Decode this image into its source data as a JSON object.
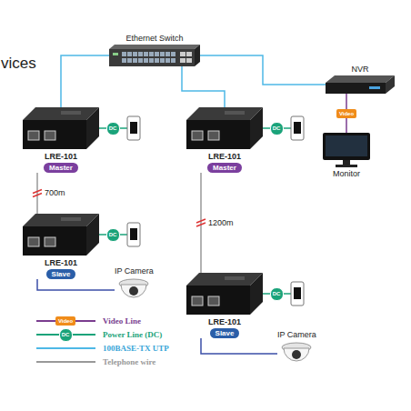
{
  "diagram": {
    "nodes": [
      {
        "text": [
          "Ethernet Switch"
        ]
      },
      {
        "text": [
          "NVR"
        ]
      },
      {
        "text": [
          "Monitor"
        ]
      },
      {
        "text": [
          "LRE-101",
          "Master"
        ]
      },
      {
        "text": [
          "LRE-101",
          "Master"
        ]
      },
      {
        "text": [
          "LRE-101",
          "Slave"
        ]
      },
      {
        "text": [
          "LRE-101",
          "Slave"
        ]
      },
      {
        "text": [
          "IP Camera"
        ]
      },
      {
        "text": [
          "IP Camera"
        ]
      }
    ],
    "edges": [
      {
        "from": 0,
        "to": 3,
        "arrow": "none"
      },
      {
        "from": 0,
        "to": 4,
        "arrow": "none"
      },
      {
        "from": 0,
        "to": 1,
        "arrow": "none"
      },
      {
        "from": 1,
        "to": 2,
        "label": "Video",
        "arrow": "none"
      },
      {
        "from": 3,
        "to": 5,
        "label": "700m",
        "arrow": "none"
      },
      {
        "from": 4,
        "to": 6,
        "label": "1200m",
        "arrow": "none"
      },
      {
        "from": 5,
        "to": 7,
        "arrow": "none"
      },
      {
        "from": 6,
        "to": 8,
        "arrow": "none"
      }
    ],
    "labels": [
      "vices",
      "DC",
      "DC",
      "DC",
      "DC",
      "Video",
      "DC"
    ],
    "legend": [
      {
        "text": "Video Line"
      },
      {
        "text": "Power Line (DC)"
      },
      {
        "text": "100BASE-TX UTP"
      },
      {
        "text": "Telephone wire"
      }
    ]
  }
}
